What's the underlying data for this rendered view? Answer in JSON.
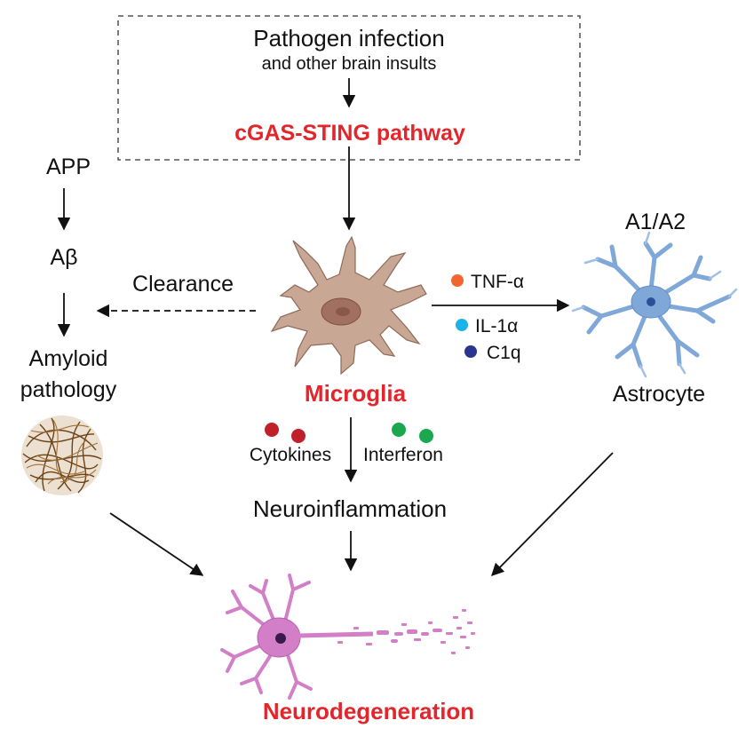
{
  "nodes": {
    "pathogen_line1": "Pathogen infection",
    "pathogen_line2": "and other brain insults",
    "cgas_sting": "cGAS-STING pathway",
    "app": "APP",
    "abeta": "Aβ",
    "amyloid_line1": "Amyloid",
    "amyloid_line2": "pathology",
    "clearance": "Clearance",
    "microglia": "Microglia",
    "a1a2": "A1/A2",
    "astrocyte": "Astrocyte",
    "neuroinflammation": "Neuroinflammation",
    "neurodegeneration": "Neurodegeneration"
  },
  "factors": {
    "tnf": "TNF-α",
    "il1": "IL-1α",
    "c1q": "C1q",
    "cytokines": "Cytokines",
    "interferon": "Interferon"
  },
  "colors": {
    "accent_red": "#e3262b",
    "tnf_dot": "#f26430",
    "il1_dot": "#1ab3ea",
    "c1q_dot": "#2a3590",
    "cytokine_dot": "#c0202a",
    "interferon_dot": "#1aa84e",
    "microglia_fill": "#c9a795",
    "astrocyte_fill": "#7fa8d8",
    "neuron_fill": "#d27fc8",
    "amyloid_fill": "#8a5a2a"
  },
  "icons": [
    "microglia-cell-icon",
    "astrocyte-cell-icon",
    "neuron-cell-icon",
    "amyloid-plaque-icon"
  ]
}
